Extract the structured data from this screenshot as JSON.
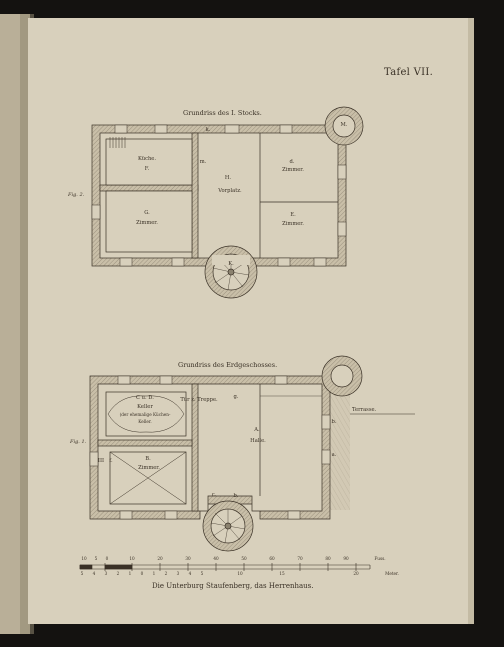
{
  "plate": {
    "label": "Tafel VII.",
    "caption": "Die Unterburg Staufenberg, das Herrenhaus."
  },
  "upper_plan": {
    "title": "Grundriss des I. Stocks.",
    "figure": "Fig. 2.",
    "rooms": [
      {
        "key": "kueche",
        "name": "Küche.",
        "letter": "F."
      },
      {
        "key": "zimmer-g",
        "name": "Zimmer.",
        "letter": "G."
      },
      {
        "key": "vorplatz",
        "name": "Vorplatz.",
        "letter": "H."
      },
      {
        "key": "zimmer-d",
        "name": "Zimmer.",
        "letter": "d."
      },
      {
        "key": "zimmer-e",
        "name": "Zimmer.",
        "letter": "E."
      }
    ],
    "marks": {
      "top": "k.",
      "mid": "m.",
      "stair": "K.",
      "tower": "M."
    }
  },
  "ground_plan": {
    "title": "Grundriss des Erdgeschosses.",
    "figure": "Fig. 1.",
    "rooms": [
      {
        "key": "keller",
        "letter": "C u. D.",
        "name": "Keller",
        "note": "(der ehemalige Küchen-",
        "note2": "Keller."
      },
      {
        "key": "zimmer-b",
        "letter": "B.",
        "name": "Zimmer."
      },
      {
        "key": "halle",
        "letter": "A.",
        "name": "Halle."
      }
    ],
    "marks": {
      "treppe": "Tür z. Treppe.",
      "g": "g.",
      "b": "b.",
      "a": "a.",
      "c": "c.",
      "iii": "III",
      "f": "f."
    },
    "terrace": "Terrasse."
  },
  "scale": {
    "top_numbers": [
      "10",
      "5",
      "0",
      "10",
      "20",
      "30",
      "40",
      "50",
      "60",
      "70",
      "80",
      "90"
    ],
    "top_unit": "Fuss.",
    "bottom_numbers": [
      "5",
      "4",
      "3",
      "2",
      "1",
      "0",
      "1",
      "2",
      "3",
      "4",
      "5",
      "10",
      "15",
      "20"
    ],
    "bottom_unit": "Meter."
  },
  "colors": {
    "paper": "#d8d0bc",
    "ink": "#3a3126",
    "wall_fill": "#a29a88",
    "background": "#141210"
  }
}
